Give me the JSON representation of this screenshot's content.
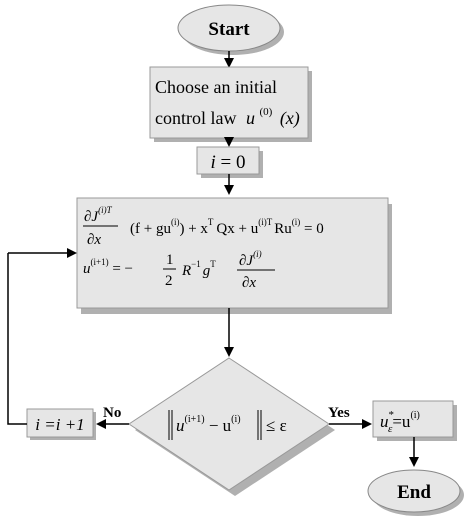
{
  "flowchart": {
    "start": "Start",
    "init_line1": "Choose an initial",
    "init_line2": "control law",
    "init_u": "u",
    "init_sup": "(0)",
    "init_x": "(x)",
    "i_init": {
      "var": "i",
      "eq": " = 0"
    },
    "eq1": {
      "num": "∂J",
      "num_sup": "(i)T",
      "den": "∂x",
      "body_open": "(f + gu",
      "body_sup": "(i)",
      "body_x": ") + x",
      "T": "T",
      "Qx": "Qx + u",
      "Ru": "Ru",
      "rhs": " = 0"
    },
    "eq2": {
      "u": "u",
      "u_sup": "(i+1)",
      "eq": " = −",
      "half_num": "1",
      "half_den": "2",
      "R": "R",
      "R_sup": "−1",
      "g": "g",
      "g_sup": "T",
      "num": "∂J",
      "num_sup": "(i)",
      "den": "∂x"
    },
    "decision": {
      "u1": "u",
      "sup1": "(i+1)",
      "minus": " − u",
      "sup2": "(i)",
      "leq": "≤ ε"
    },
    "no_label": "No",
    "yes_label": "Yes",
    "increment": "i =i +1",
    "result": {
      "u": "u",
      "star": "*",
      "eps": "ε",
      "eq": "=u",
      "sup": "(i)"
    },
    "end": "End"
  },
  "colors": {
    "box_fill": "#e6e6e6",
    "shadow": "#b0b0b0",
    "stroke": "#000000"
  }
}
